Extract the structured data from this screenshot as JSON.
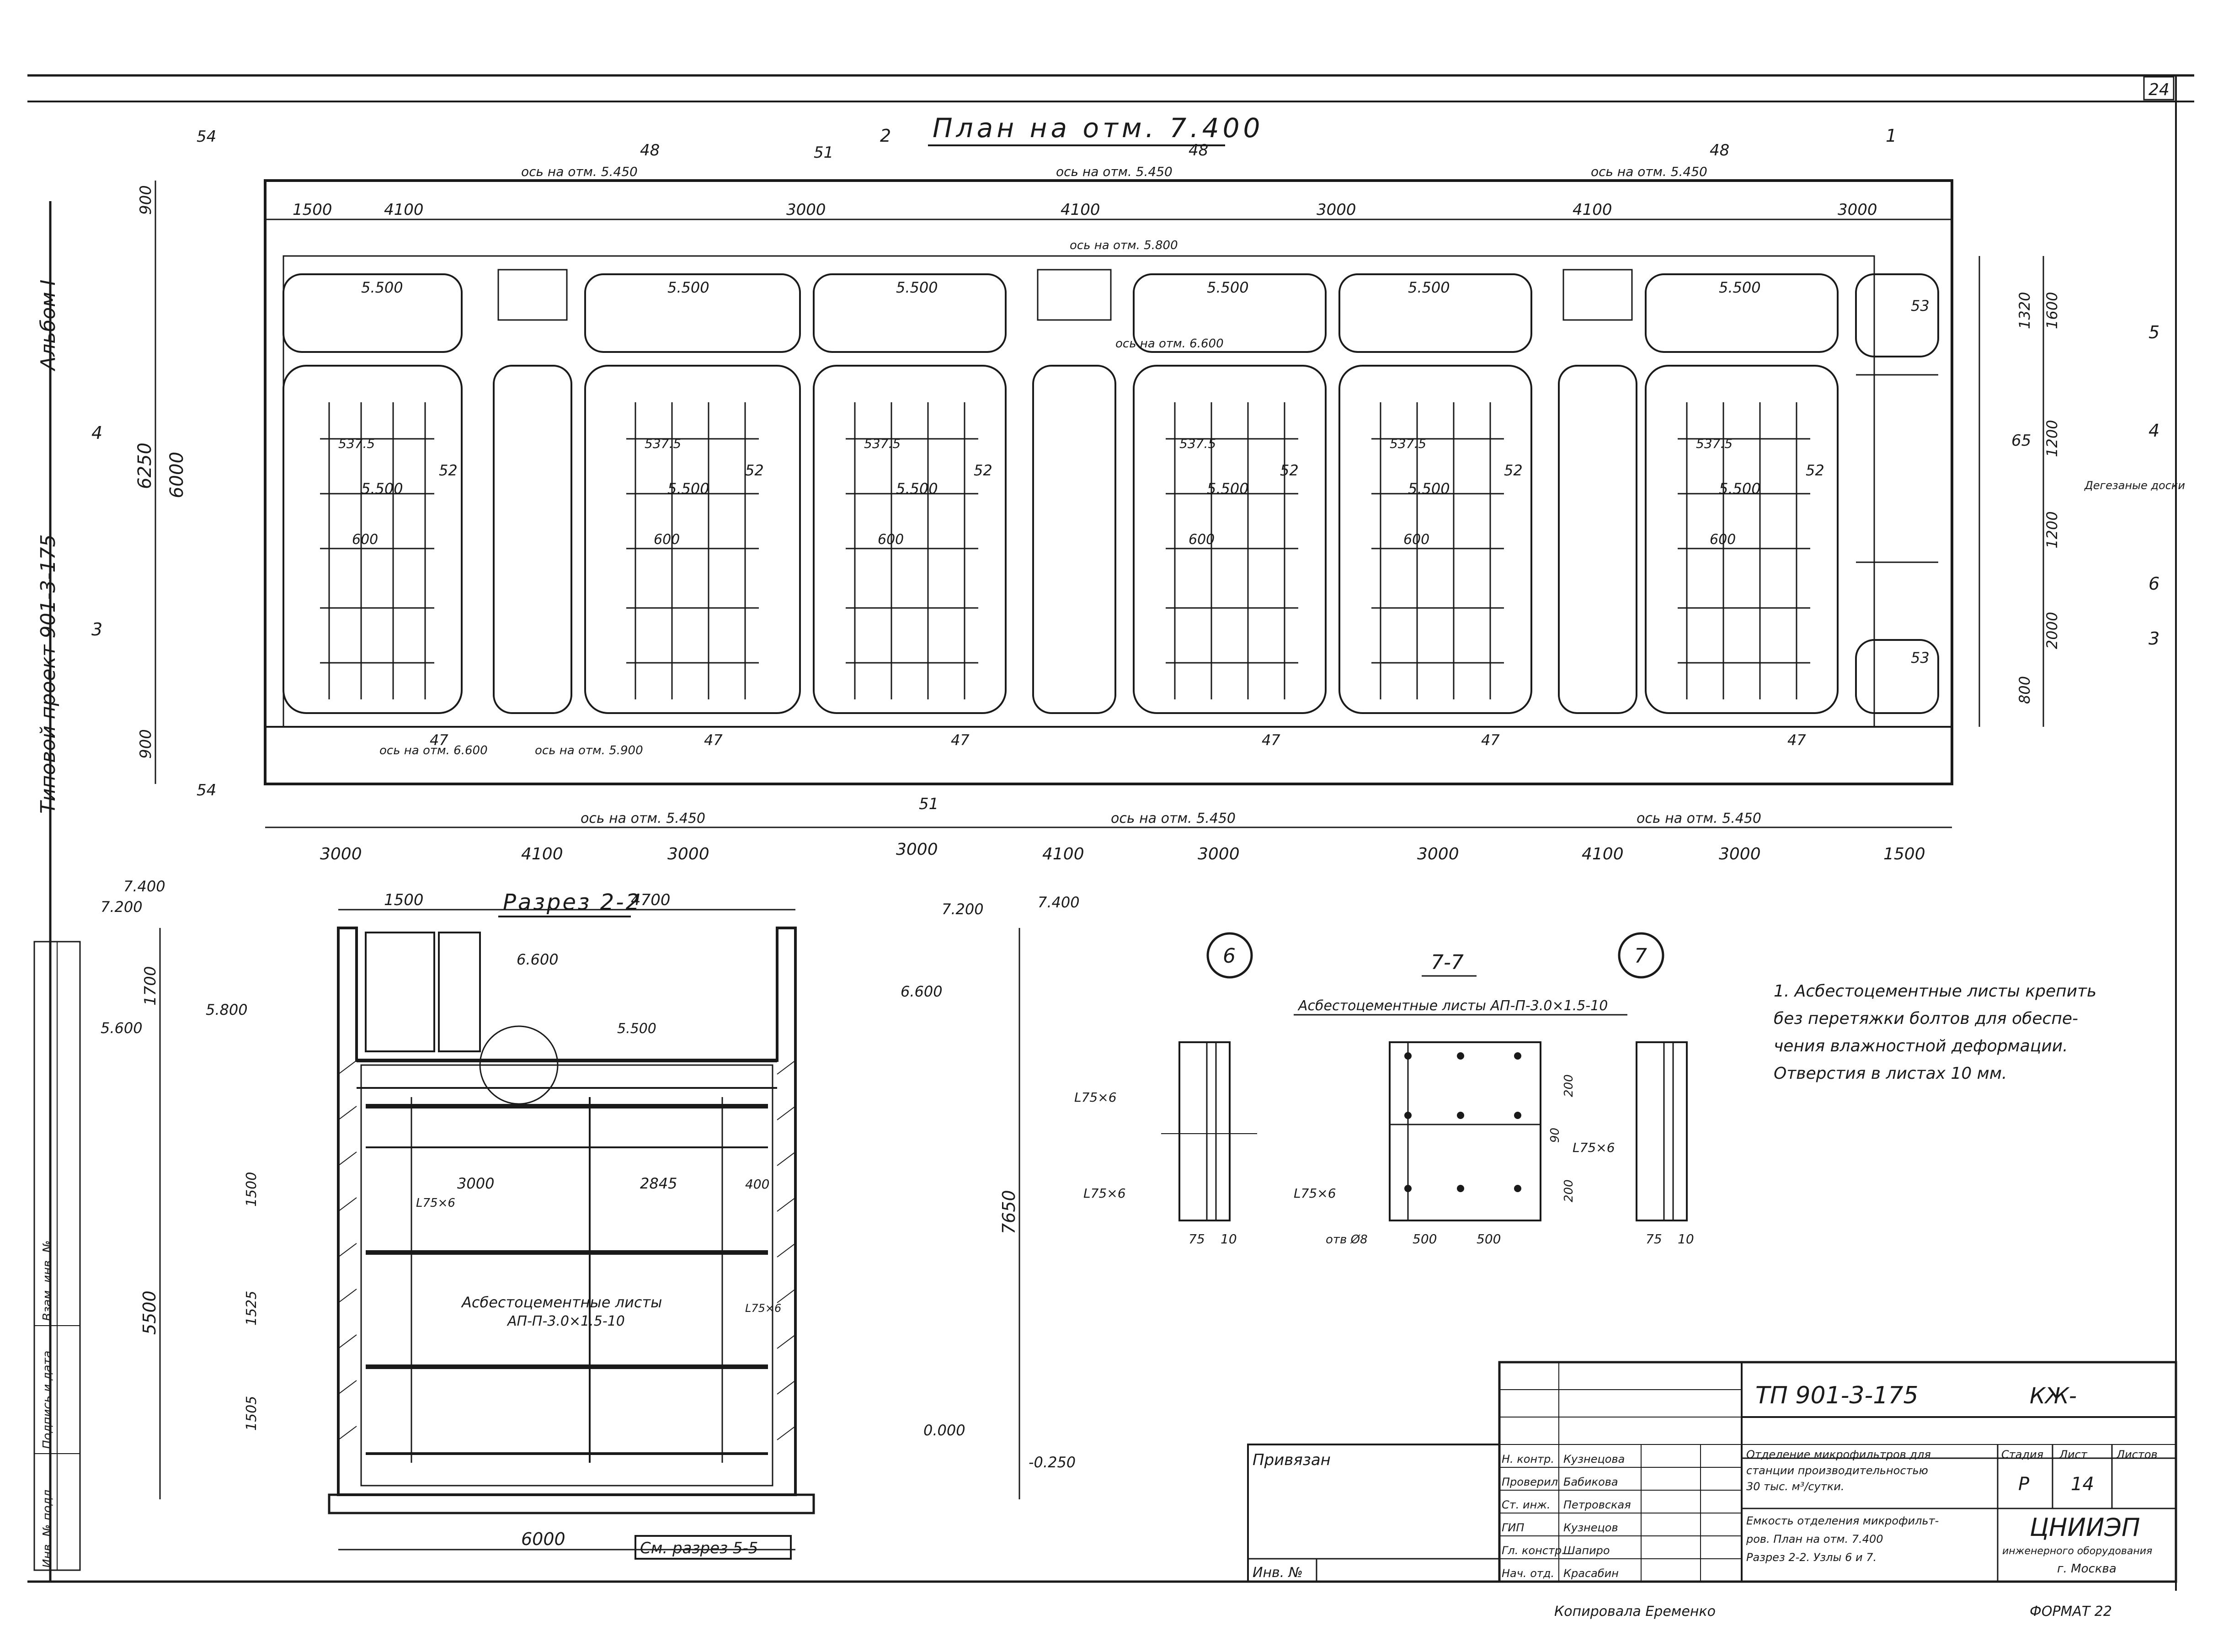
{
  "sheet": {
    "number": "24",
    "side_album": "Альбом I",
    "side_project": "Типовой проект 901-3-175",
    "format": "ФОРМАТ 22",
    "copier": "Копировала Еременко"
  },
  "plan": {
    "title": "План на отм. 7.400",
    "top_dims": [
      "1500",
      "4100",
      "3000",
      "4100",
      "3000",
      "4100",
      "3000"
    ],
    "bottom_dims": [
      "3000",
      "4100",
      "3000",
      "3000",
      "4100",
      "3000",
      "3000",
      "4100",
      "3000",
      "1500"
    ],
    "left_dims": [
      "900",
      "6250",
      "6000",
      "900"
    ],
    "right_dims": [
      "1320",
      "1600",
      "1200",
      "1200",
      "2000",
      "800"
    ],
    "axis_top": [
      "ось на отм. 5.450",
      "ось на отм. 5.450",
      "ось на отм. 5.450",
      "ось на отм. 5.800",
      "ось на отм. 6.600"
    ],
    "axis_bottom": [
      "ось на отм. 6.600",
      "ось на отм. 5.900",
      "ось на отм. 5.450",
      "ось на отм. 5.450",
      "ось на отм. 5.450"
    ],
    "elev_550": "5.500",
    "labels": [
      "537.5",
      "600",
      "52",
      "47",
      "48",
      "51",
      "53",
      "54",
      "65"
    ],
    "deaeration": "Дегезаные доски",
    "section_marks": [
      "1",
      "2",
      "3",
      "4",
      "5",
      "6"
    ]
  },
  "section22": {
    "title": "Разрез 2-2",
    "dims_top": [
      "1500",
      "4700"
    ],
    "dims_bottom": [
      "6000"
    ],
    "dims_left": [
      "1700",
      "5500",
      "7650"
    ],
    "elevations": [
      "7.400",
      "7.200",
      "6.600",
      "5.800",
      "5.600",
      "5.500",
      "0.000",
      "-0.250"
    ],
    "inner_dims": [
      "3000",
      "2845",
      "400",
      "1500",
      "1525",
      "1505"
    ],
    "sheets_label": "Асбестоцементные листы",
    "sheets_code": "АП-П-3.0×1.5-10",
    "angle": "L75×6",
    "see_section": "См. разрез 5-5"
  },
  "nodes": {
    "node6": "6",
    "node7": "7",
    "section77": "7-7",
    "sheets_label": "Асбестоцементные листы АП-П-3.0×1.5-10",
    "angle": "L75×6",
    "dims": [
      "75",
      "10",
      "500",
      "500",
      "200",
      "200",
      "90"
    ],
    "holes": "отв Ø8"
  },
  "notes": [
    "1. Асбестоцементные листы крепить",
    "без перетяжки болтов для обеспе-",
    "чения влажностной деформации.",
    "Отверстия в листах 10 мм."
  ],
  "titleblock": {
    "code": "ТП 901-3-175",
    "mark": "КЖ-",
    "privyazan": "Привязан",
    "inv": "Инв. №",
    "roles": [
      "Н. контр.",
      "Проверил",
      "Ст. инж.",
      "ГИП",
      "Гл. констр.",
      "Нач. отд."
    ],
    "names": [
      "Кузнецова",
      "Бабикова",
      "Петровская",
      "Кузнецов",
      "Шапиро",
      "Красабин"
    ],
    "object": [
      "Отделение микрофильтров для",
      "станции производительностью",
      "30 тыс. м³/сутки."
    ],
    "sheet_title": [
      "Емкость отделения микрофильт-",
      "ров. План на отм. 7.400",
      "Разрез 2-2. Узлы 6 и 7."
    ],
    "stage_hdr": "Стадия",
    "list_hdr": "Лист",
    "lists_hdr": "Листов",
    "stage": "Р",
    "list": "14",
    "org": "ЦНИИЭП",
    "org_sub": "инженерного оборудования",
    "city": "г. Москва"
  },
  "side_stamp": [
    "Инв. № подл.",
    "Подпись и дата",
    "Взам. инв. №"
  ]
}
